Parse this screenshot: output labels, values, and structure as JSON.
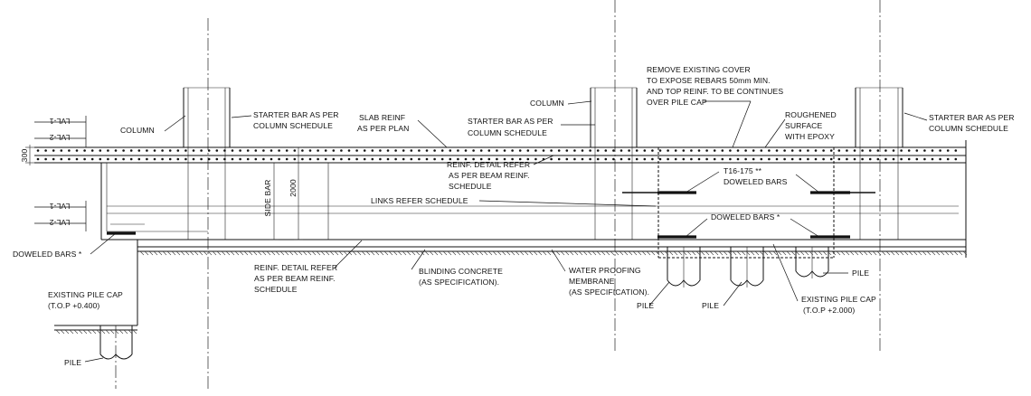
{
  "labels": {
    "column_left": "COLUMN",
    "column_mid": "COLUMN",
    "starter_bar_1": [
      "STARTER BAR AS PER",
      "COLUMN SCHEDULE"
    ],
    "starter_bar_2": [
      "STARTER BAR AS PER",
      "COLUMN SCHEDULE"
    ],
    "starter_bar_3": [
      "STARTER BAR AS PER",
      "COLUMN SCHEDULE"
    ],
    "slab_reinf": [
      "SLAB REINF",
      "AS PER PLAN"
    ],
    "remove_cover": [
      "REMOVE EXISTING COVER",
      "TO EXPOSE REBARS 50mm MIN.",
      "AND TOP REINF. TO BE CONTINUES",
      "OVER PILE CAP"
    ],
    "roughened": [
      "ROUGHENED",
      "SURFACE",
      "WITH EPOXY"
    ],
    "reinf_top": [
      "REINF. DETAIL REFER",
      "AS PER BEAM REINF.",
      "SCHEDULE"
    ],
    "reinf_bottom": [
      "REINF. DETAIL REFER",
      "AS PER BEAM REINF.",
      "SCHEDULE"
    ],
    "t16": [
      "T16-175 **",
      "DOWELED BARS"
    ],
    "doweled_mid": "DOWELED BARS *",
    "doweled_left": "DOWELED BARS *",
    "links": "LINKS REFER SCHEDULE",
    "side_bar": "SIDE BAR",
    "dim_2000": "2000",
    "dim_300": "300",
    "blinding": [
      "BLINDING CONCRETE",
      "(AS SPECIFICATION)."
    ],
    "waterproof": [
      "WATER PROOFING",
      "MEMBRANE",
      "(AS SPECIFICATION)."
    ],
    "existing_cap_left": [
      "EXISTING PILE CAP",
      "(T.O.P +0.400)"
    ],
    "existing_cap_right": [
      "EXISTING PILE CAP",
      "(T.O.P +2.000)"
    ],
    "pile_left": "PILE",
    "pile_1": "PILE",
    "pile_2": "PILE",
    "pile_3": "PILE",
    "level_tags": [
      "LVL-1",
      "LVL-2",
      "LVL-1",
      "LVL-2"
    ]
  }
}
